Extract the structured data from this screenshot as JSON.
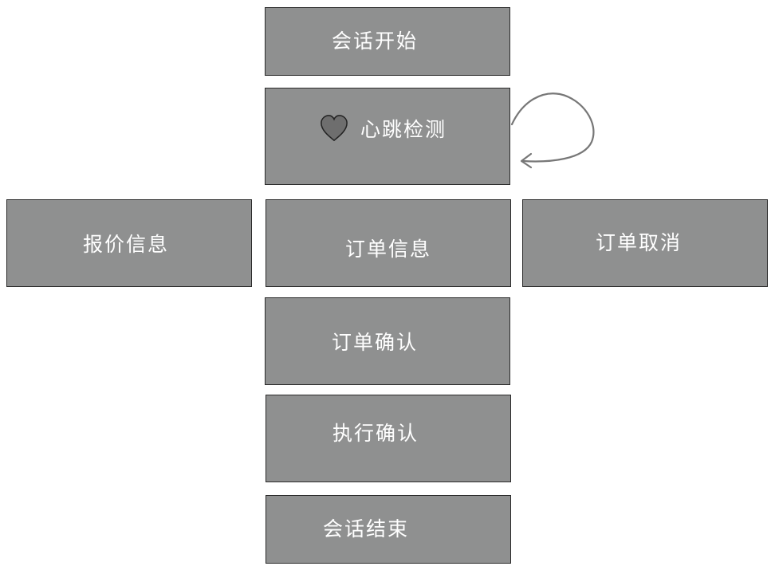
{
  "nodes": {
    "session_start": "会话开始",
    "heartbeat": "心跳检测",
    "quote_info": "报价信息",
    "order_info": "订单信息",
    "order_cancel": "订单取消",
    "order_confirm": "订单确认",
    "execution_confirm": "执行确认",
    "session_end": "会话结束"
  },
  "icons": {
    "heartbeat_icon": "heart-icon",
    "loop_icon": "loop-arrow-icon"
  },
  "colors": {
    "box_fill": "#8f9090",
    "box_border": "#2a2a2a",
    "text": "#ffffff",
    "heart_fill": "#6e6e6e",
    "arrow": "#777777"
  }
}
